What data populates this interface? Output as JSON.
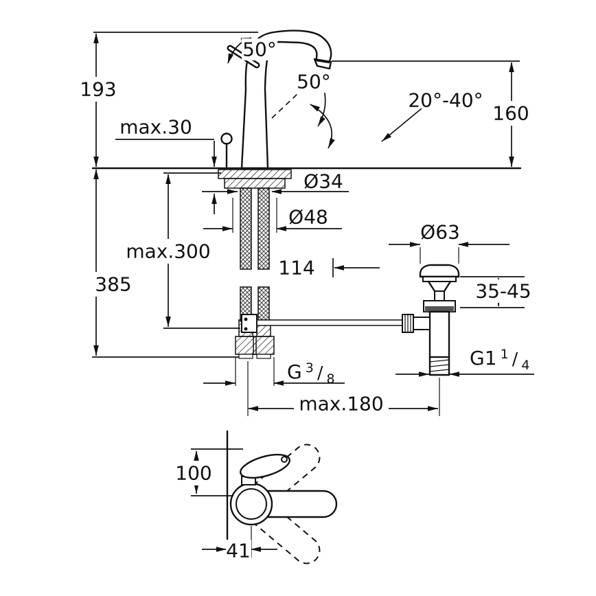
{
  "colors": {
    "line": "#111111",
    "background": "#ffffff",
    "seal_band": "#555555"
  },
  "drawing": {
    "labels": {
      "height_total": "193",
      "spout_height": "160",
      "handle_angle_top": "50°",
      "handle_angle_front": "50°",
      "spout_swivel_range": "20°-40°",
      "deck_thickness": "max.30",
      "shank_diameter": "Ø34",
      "base_diameter": "Ø48",
      "hose_length": "max.300",
      "below_deck_total": "385",
      "rod_offset": "114",
      "waste_flange_diameter": "Ø63",
      "waste_deck_range": "35-45",
      "rod_length": "max.180",
      "supply_thread_g": "G",
      "supply_thread_sup": "3",
      "supply_thread_slash": "/",
      "supply_thread_sub": "8",
      "waste_thread_g": "G1",
      "waste_thread_sup": "1",
      "waste_thread_slash": "/",
      "waste_thread_sub": "4",
      "top_view_height": "100",
      "top_view_offset": "41"
    }
  }
}
